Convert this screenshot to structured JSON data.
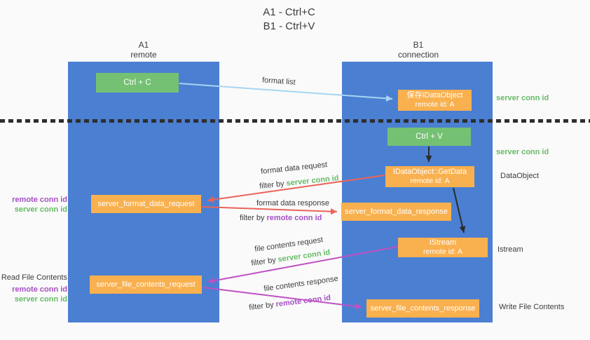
{
  "title": {
    "line1": "A1 - Ctrl+C",
    "line2": "B1 - Ctrl+V"
  },
  "lanes": {
    "a": {
      "name": "A1",
      "subtitle": "remote"
    },
    "b": {
      "name": "B1",
      "subtitle": "connection"
    }
  },
  "nodes": {
    "ctrl_c": {
      "label": "Ctrl + C"
    },
    "ctrl_v": {
      "label": "Ctrl + V"
    },
    "save_idataobject": {
      "line1": "保存IDataObject",
      "line2": "remote id: A"
    },
    "idataobject_getdata": {
      "line1": "IDataObject::GetData",
      "line2": "remote id: A"
    },
    "istream": {
      "line1": "IStream",
      "line2": "remote id: A"
    },
    "server_format_data_request": {
      "label": "server_format_data_request"
    },
    "server_format_data_response": {
      "label": "server_format_data_response"
    },
    "server_file_contents_request": {
      "label": "server_file_contents_request"
    },
    "server_file_contents_response": {
      "label": "server_file_contents_response"
    }
  },
  "side_labels": {
    "server_conn_id_top": "server conn id",
    "server_conn_id_mid": "server conn id",
    "dataobject": "DataObject",
    "istream": "Istream",
    "write_file_contents": "Write File Contents",
    "read_file_contents": "Read File Contents",
    "left_mid": {
      "remote": "remote conn id",
      "server": "server conn id"
    },
    "left_bottom": {
      "remote": "remote conn id",
      "server": "server conn id"
    }
  },
  "arrow_labels": {
    "format_list": "format list",
    "format_data_request": "format data request",
    "filter_by_1": "filter by ",
    "filter_server_1": "server conn id",
    "format_data_response": "format data response",
    "filter_by_2": "filter by ",
    "filter_remote_2": "remote conn id",
    "file_contents_request": "file contents request",
    "filter_by_3": "filter by ",
    "filter_server_3": "server conn id",
    "file_contents_response": "file contents response",
    "filter_by_4": "filter by ",
    "filter_remote_4": "remote conn id"
  },
  "colors": {
    "lane_blue": "#4b7fd2",
    "node_green": "#74c173",
    "node_orange": "#f9b04e",
    "accent_green_text": "#66bb66",
    "accent_purple_text": "#a64fc6",
    "arrow_red": "#ea6459",
    "arrow_magenta": "#bf51c4",
    "arrow_light_blue": "#a6d5f3",
    "arrow_black": "#2b2b2b"
  }
}
